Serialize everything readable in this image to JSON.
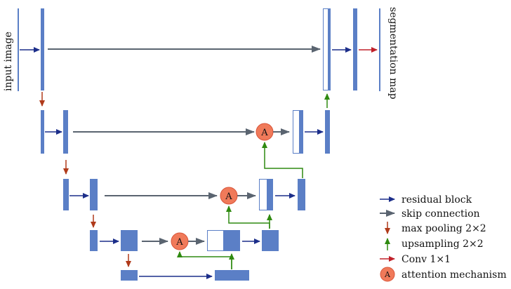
{
  "labels": {
    "input": "input image",
    "output": "segmentation map"
  },
  "attention_letter": "A",
  "legend": [
    {
      "kind": "blue-arrow",
      "label": "residual block"
    },
    {
      "kind": "gray-arrow",
      "label": "skip connection"
    },
    {
      "kind": "red-down-arrow",
      "label": "max pooling 2×2"
    },
    {
      "kind": "green-up-arrow",
      "label": "upsampling 2×2"
    },
    {
      "kind": "red-arrow",
      "label": "Conv 1×1"
    },
    {
      "kind": "attention-circle",
      "label": "attention mechanism"
    }
  ],
  "colors": {
    "block": "#5b7fc6",
    "residual": "#1c2e8a",
    "skip": "#5a6470",
    "pooling": "#b03a1a",
    "upsampling": "#2f8a10",
    "conv": "#c0202a",
    "attention_fill": "#f07a5a",
    "attention_stroke": "#d9553a"
  }
}
